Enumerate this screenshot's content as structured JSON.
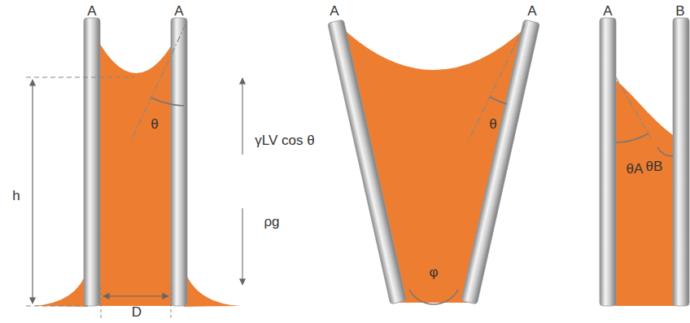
{
  "diagram": {
    "labels": [
      "A",
      "A",
      "h",
      "γLV cos θ",
      "θ",
      "ρg",
      "D",
      "A",
      "A",
      "θ",
      "φ",
      "A",
      "B",
      "θA",
      "θB"
    ]
  }
}
